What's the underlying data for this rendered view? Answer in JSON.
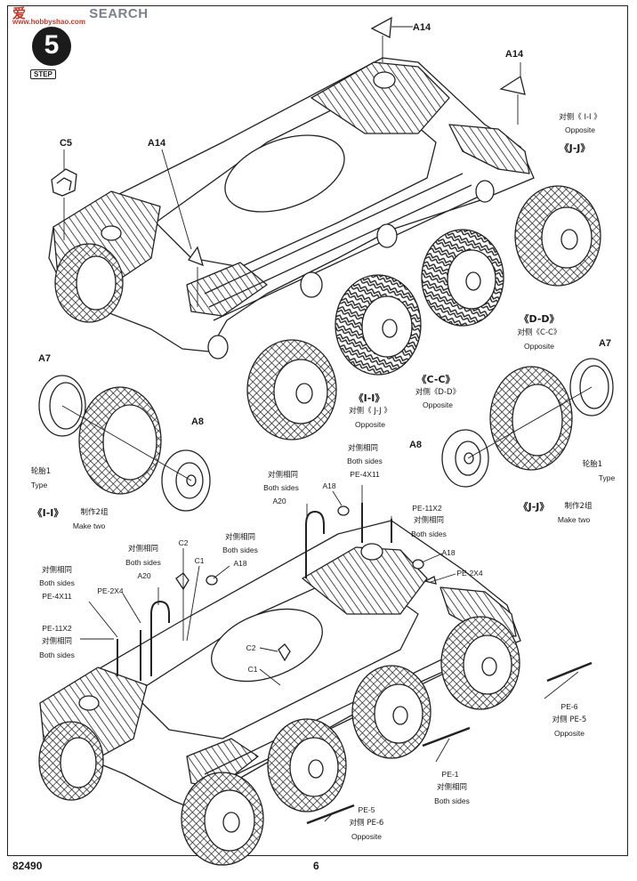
{
  "watermark": {
    "text_a": "爱",
    "text_b": "SEARCH",
    "url": "www.hobbyshao.com"
  },
  "step": {
    "number": "5",
    "label": "STEP"
  },
  "labels": {
    "a14_top": "A14",
    "a14_right": "A14",
    "a14_left": "A14",
    "c5": "C5",
    "opposite_ii_top": "对侧《 I-I 》",
    "opposite_word_1": "Opposite",
    "jj_top": "《J-J》",
    "dd": "《D-D》",
    "opposite_cc": "对侧《C-C》",
    "opposite_word_2": "Opposite",
    "cc": "《C-C》",
    "opposite_dd": "对侧《D-D》",
    "opposite_word_3": "Opposite",
    "ii_mid": "《I-I》",
    "opposite_jj": "对侧《 J-J 》",
    "opposite_word_4": "Opposite",
    "a7_left": "A7",
    "a8_left": "A8",
    "a7_right": "A7",
    "a8_right": "A8",
    "tire_left": "轮胎1",
    "type_left": "Type",
    "tire_right": "轮胎1",
    "type_right": "Type",
    "ii_make": "《I-I》",
    "make_two_cn_l": "制作2组",
    "make_two_l": "Make two",
    "jj_make": "《J-J》",
    "make_two_cn_r": "制作2组",
    "make_two_r": "Make two",
    "both_cn_1": "对侧相同",
    "both_1": "Both sides",
    "a20_top": "A20",
    "both_cn_2": "对侧相同",
    "both_2": "Both sides",
    "pe4x11_top": "PE-4X11",
    "a18_top": "A18",
    "pe11x2_top": "PE-11X2",
    "both_cn_3": "对侧相同",
    "both_3": "Both sides",
    "a18_right": "A18",
    "pe2x4_right": "PE-2X4",
    "both_cn_4": "对侧相同",
    "both_4": "Both sides",
    "c2_top": "C2",
    "c1_top": "C1",
    "both_cn_5": "对侧相同",
    "both_5": "Both sides",
    "a18_left": "A18",
    "a20_left": "A20",
    "both_cn_6": "对侧相同",
    "both_6": "Both sides",
    "pe4x11_left": "PE-4X11",
    "pe2x4_left": "PE-2X4",
    "pe11x2_left": "PE-11X2",
    "both_cn_7": "对侧相同",
    "both_7": "Both sides",
    "c2_mid": "C2",
    "c1_mid": "C1",
    "pe6": "PE-6",
    "pe6_opp_cn": "对侧 PE-5",
    "pe6_opp": "Opposite",
    "pe1": "PE-1",
    "pe1_cn": "对侧相同",
    "pe1_both": "Both sides",
    "pe5": "PE-5",
    "pe5_opp_cn": "对侧 PE-6",
    "pe5_opp": "Opposite"
  },
  "footer": {
    "code": "82490",
    "page": "6"
  }
}
